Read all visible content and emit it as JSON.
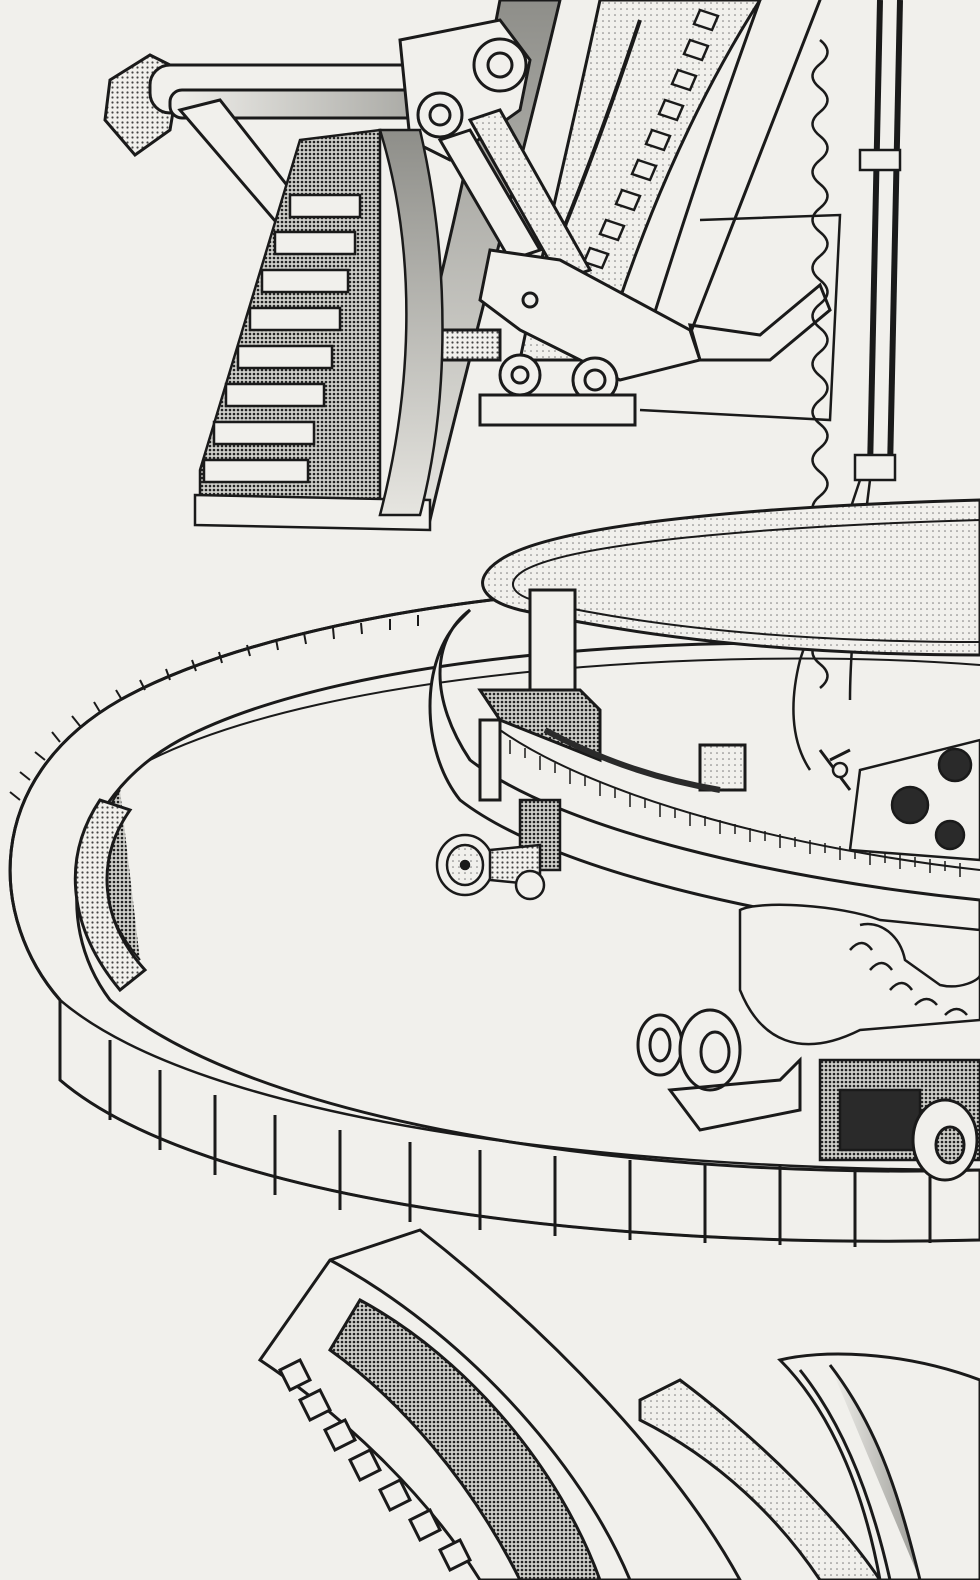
{
  "scene": {
    "kind": "manga-panel",
    "style": "black-and-white ink line art with screentone shading",
    "palette": {
      "paper": "#f1f0ec",
      "ink": "#1a1a1a",
      "tone_light": "#c9c9c4",
      "tone_mid": "#8f8f8a",
      "tone_dark": "#3a3a38"
    },
    "elements": [
      "mechanical-arm",
      "gear-rack",
      "stepped-bracket",
      "coil-cable",
      "measuring-ring",
      "gauge-dial",
      "control-knobs",
      "foot",
      "roller-wheels",
      "toothed-outer-ring",
      "curved-segments"
    ]
  }
}
